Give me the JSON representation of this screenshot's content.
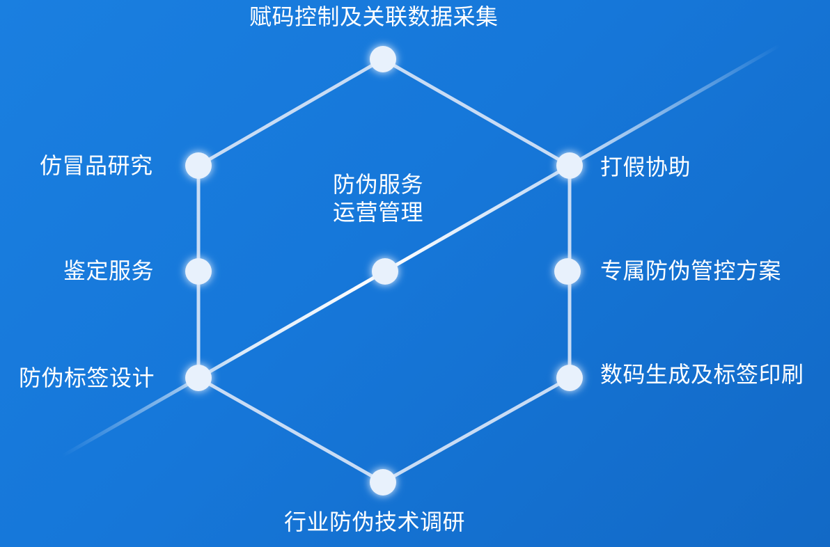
{
  "diagram": {
    "top": "赋码控制及关联数据采集",
    "upper_left": "仿冒品研究",
    "middle_left": "鉴定服务",
    "lower_left": "防伪标签设计",
    "upper_right": "打假协助",
    "middle_right": "专属防伪管控方案",
    "lower_right": "数码生成及标签印刷",
    "bottom": "行业防伪技术调研",
    "center_line1": "防伪服务",
    "center_line2": "运营管理"
  },
  "colors": {
    "background": "#1677d9",
    "line": "#c8dcf5",
    "node": "#e8f1fc",
    "text": "#ffffff"
  }
}
